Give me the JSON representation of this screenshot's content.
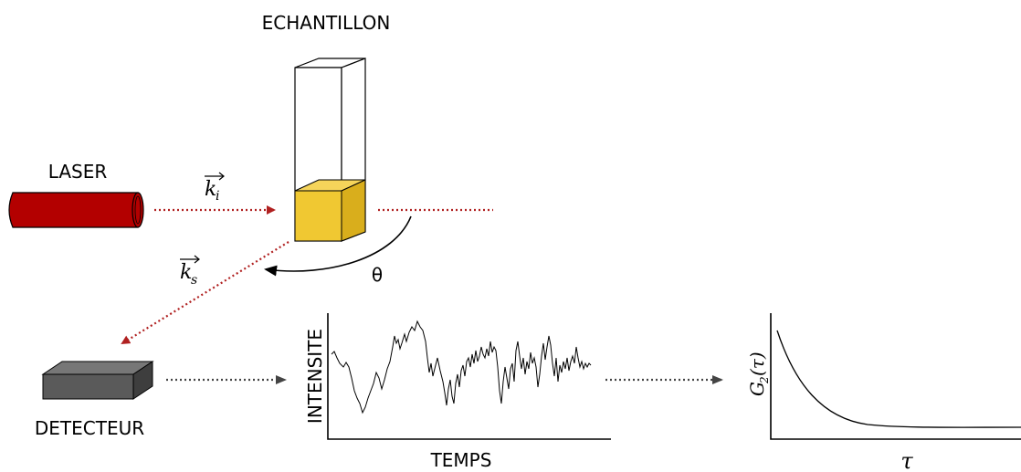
{
  "labels": {
    "sample": "ECHANTILLON",
    "laser": "LASER",
    "detector": "DETECTEUR",
    "intensity_axis": "INTENSITE",
    "time_axis": "TEMPS",
    "angle": "θ",
    "ki_base": "k",
    "ki_sub": "i",
    "ks_base": "k",
    "ks_sub": "s",
    "g2_label": "G",
    "g2_sub": "2",
    "g2_arg": "(τ)",
    "tau_axis": "τ"
  },
  "colors": {
    "laser_body": "#b30000",
    "laser_beam": "#b02020",
    "liquid": "#f0c832",
    "detector_body": "#555555",
    "arrow_gray": "#444444"
  }
}
